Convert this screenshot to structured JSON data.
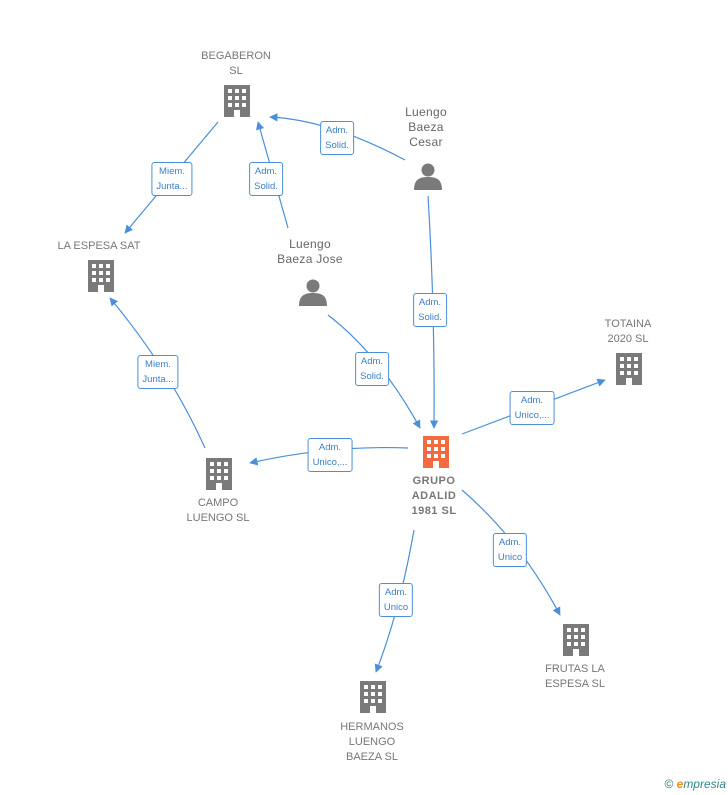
{
  "nodes": {
    "begaberon": {
      "label": "BEGABERON\nSL",
      "type": "company"
    },
    "la_espesa_sat": {
      "label": "LA ESPESA SAT",
      "type": "company"
    },
    "luengo_cesar": {
      "label": "Luengo\nBaeza\nCesar",
      "type": "person"
    },
    "luengo_jose": {
      "label": "Luengo\nBaeza Jose",
      "type": "person"
    },
    "totaina": {
      "label": "TOTAINA\n2020  SL",
      "type": "company"
    },
    "grupo_adalid": {
      "label": "GRUPO\nADALID\n1981  SL",
      "type": "company-main"
    },
    "campo_luengo": {
      "label": "CAMPO\nLUENGO  SL",
      "type": "company"
    },
    "frutas_espesa": {
      "label": "FRUTAS LA\nESPESA  SL",
      "type": "company"
    },
    "hermanos_luengo": {
      "label": "HERMANOS\nLUENGO\nBAEZA  SL",
      "type": "company"
    }
  },
  "edges": {
    "cesar_begaberon": "Adm.\nSolid.",
    "begaberon_espesa": "Miem.\nJunta...",
    "jose_begaberon": "Adm.\nSolid.",
    "cesar_grupo": "Adm.\nSolid.",
    "jose_grupo": "Adm.\nSolid.",
    "campo_espesa": "Miem.\nJunta...",
    "grupo_campo": "Adm.\nUnico,...",
    "grupo_totaina": "Adm.\nUnico,...",
    "grupo_frutas": "Adm.\nUnico",
    "grupo_hermanos": "Adm.\nUnico"
  },
  "footer": {
    "copyright": "©",
    "brand_e": "e",
    "brand_rest": "mpresia"
  },
  "colors": {
    "edge": "#4a90d9",
    "node": "#7a7a7a",
    "main_node": "#f26a3d"
  }
}
